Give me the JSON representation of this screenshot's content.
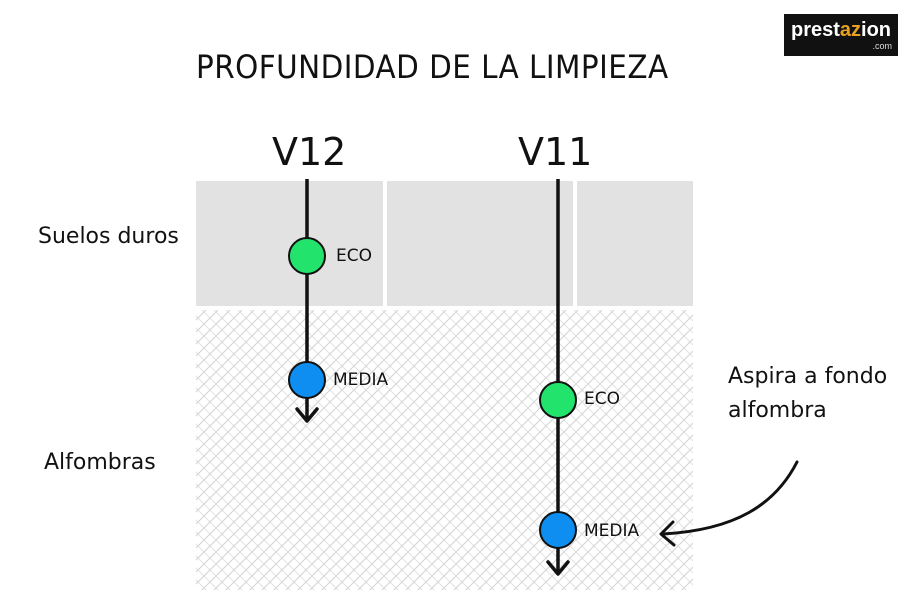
{
  "title": "PROFUNDIDAD DE LA LIMPIEZA",
  "logo": {
    "brand_pre": "prest",
    "brand_accent": "az",
    "brand_post": "ion",
    "domain": ".com"
  },
  "models": [
    {
      "name": "V12",
      "modes": [
        {
          "label": "ECO",
          "color": "#22e36b"
        },
        {
          "label": "MEDIA",
          "color": "#0e8ef0"
        }
      ]
    },
    {
      "name": "V11",
      "modes": [
        {
          "label": "ECO",
          "color": "#22e36b"
        },
        {
          "label": "MEDIA",
          "color": "#0e8ef0"
        }
      ]
    }
  ],
  "surfaces": {
    "hard": "Suelos duros",
    "carpet": "Alfombras"
  },
  "annotation": {
    "line1": "Aspira a fondo",
    "line2": "alfombra"
  },
  "colors": {
    "hard_floor": "#e2e2e2",
    "carpet_hatch": "#d6d6d6",
    "eco": "#22e36b",
    "media": "#0e8ef0"
  }
}
